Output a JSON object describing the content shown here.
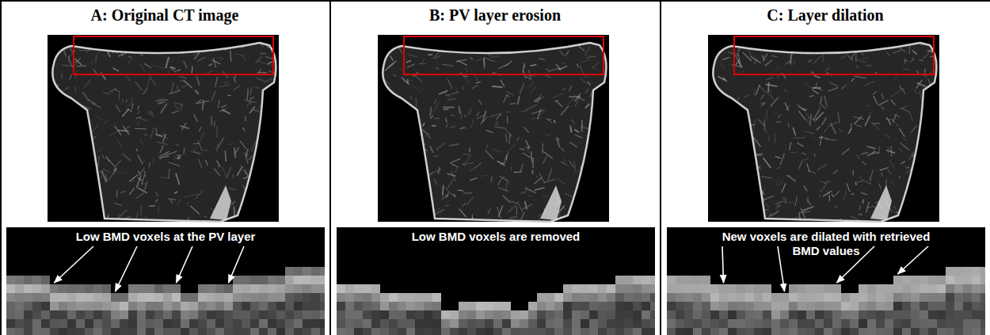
{
  "diagram": {
    "nodes": [
      {
        "text": [
          "A: Original CT image"
        ]
      },
      {
        "text": [
          "Low BMD voxels at the PV layer"
        ],
        "in": 0
      },
      {
        "text": [
          "B: PV layer erosion"
        ]
      },
      {
        "text": [
          "Low BMD voxels are removed"
        ],
        "in": 2
      },
      {
        "text": [
          "C: Layer dilation"
        ]
      },
      {
        "text": [
          "New voxels are dilated with retrieved BMD values"
        ],
        "in": 4
      }
    ]
  }
}
